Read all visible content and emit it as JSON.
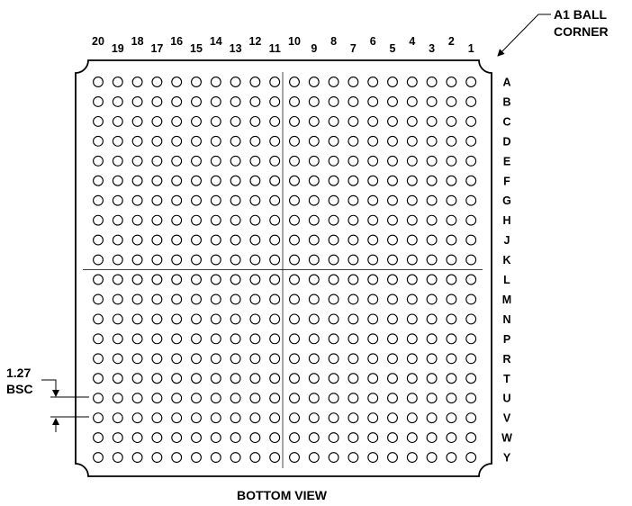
{
  "callout": {
    "corner_line1": "A1 BALL",
    "corner_line2": "CORNER",
    "pitch_line1": "1.27",
    "pitch_line2": "BSC"
  },
  "columns": [
    "20",
    "19",
    "18",
    "17",
    "16",
    "15",
    "14",
    "13",
    "12",
    "11",
    "10",
    "9",
    "8",
    "7",
    "6",
    "5",
    "4",
    "3",
    "2",
    "1"
  ],
  "rows": [
    "A",
    "B",
    "C",
    "D",
    "E",
    "F",
    "G",
    "H",
    "J",
    "K",
    "L",
    "M",
    "N",
    "P",
    "R",
    "T",
    "U",
    "V",
    "W",
    "Y"
  ],
  "caption": "BOTTOM VIEW"
}
